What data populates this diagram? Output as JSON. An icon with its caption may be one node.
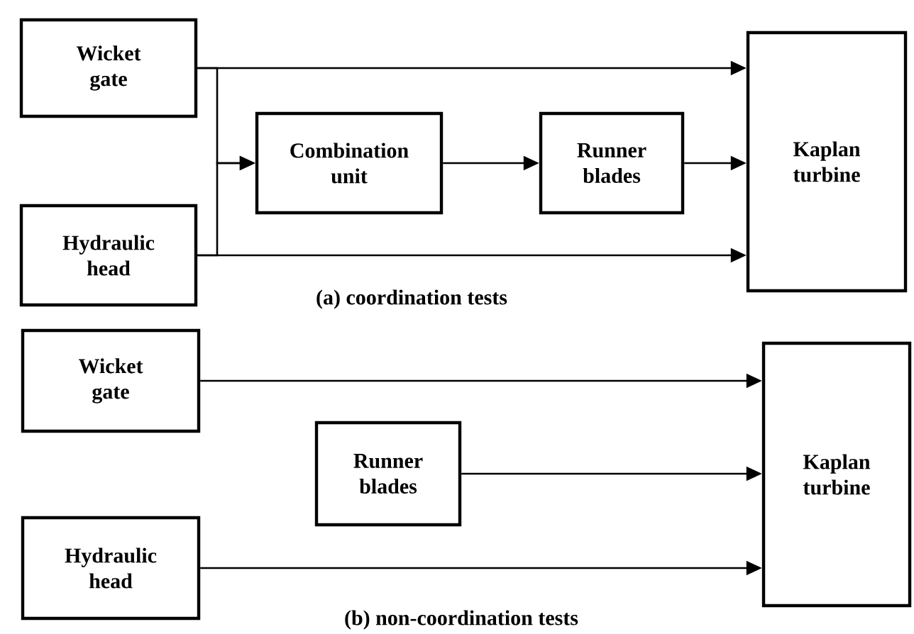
{
  "diagram": {
    "nodes": [
      {
        "text": [
          "Wicket gate"
        ]
      },
      {
        "text": [
          "Hydraulic head"
        ]
      },
      {
        "text": [
          "Combination unit"
        ]
      },
      {
        "text": [
          "Runner blades"
        ]
      },
      {
        "text": [
          "Kaplan turbine"
        ]
      },
      {
        "text": [
          "Wicket gate"
        ]
      },
      {
        "text": [
          "Runner blades"
        ]
      },
      {
        "text": [
          "Hydraulic head"
        ]
      },
      {
        "text": [
          "Kaplan turbine"
        ]
      }
    ],
    "edges": [
      {
        "from": 0,
        "to": 4,
        "arrow": "to"
      },
      {
        "from": 0,
        "to": 2,
        "arrow": "to"
      },
      {
        "from": 1,
        "to": 2,
        "arrow": "to"
      },
      {
        "from": 1,
        "to": 4,
        "arrow": "to"
      },
      {
        "from": 2,
        "to": 3,
        "arrow": "to"
      },
      {
        "from": 3,
        "to": 4,
        "arrow": "to"
      },
      {
        "from": 5,
        "to": 8,
        "arrow": "to"
      },
      {
        "from": 6,
        "to": 8,
        "arrow": "to"
      },
      {
        "from": 7,
        "to": 8,
        "arrow": "to"
      }
    ],
    "labels": [
      "(a) coordination tests",
      "(b) non-coordination tests"
    ]
  }
}
